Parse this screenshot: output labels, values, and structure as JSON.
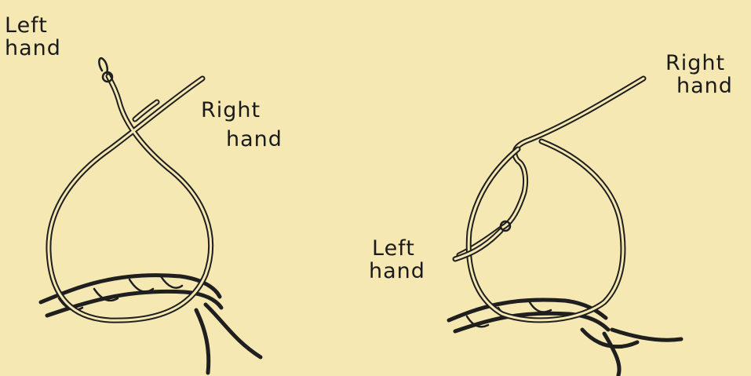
{
  "diagram_1": {
    "left_label_line1": "Left",
    "left_label_line2": "hand",
    "right_label_line1": "Right",
    "right_label_line2": "hand"
  },
  "diagram_2": {
    "right_label_line1": "Right",
    "right_label_line2": "hand",
    "left_label_line1": "Left",
    "left_label_line2": "hand"
  }
}
